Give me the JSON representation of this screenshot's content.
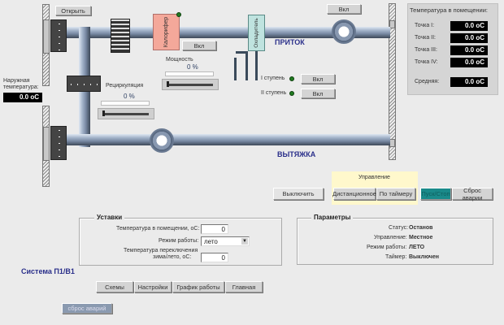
{
  "schema": {
    "open_button": "Открыть",
    "heater_label": "Калорифер",
    "heater_button": "Вкл",
    "cooler_label": "Охладитель",
    "supply_fan_button": "Вкл",
    "supply_label": "ПРИТОК",
    "exhaust_label": "ВЫТЯЖКА",
    "power_label": "Мощность",
    "power_value": "0 %",
    "power_fraction": 0,
    "recirculation_label": "Рециркуляция",
    "recirculation_value": "0 %",
    "recirculation_fraction": 0,
    "stage1_label": "I ступень",
    "stage1_button": "Вкл",
    "stage2_label": "II ступень",
    "stage2_button": "Вкл",
    "outdoor_temp_label_1": "Наружная",
    "outdoor_temp_label_2": "температура:",
    "outdoor_temp_value": "0.0 oC"
  },
  "room_temp": {
    "title": "Температура в помещении:",
    "points": [
      {
        "label": "Точка I:",
        "value": "0.0 oC"
      },
      {
        "label": "Точка II:",
        "value": "0.0 oC"
      },
      {
        "label": "Точка III:",
        "value": "0.0 oC"
      },
      {
        "label": "Точка IV:",
        "value": "0.0 oC"
      }
    ],
    "average_label": "Средняя:",
    "average_value": "0.0 oC"
  },
  "control": {
    "title": "Управление",
    "off_button": "Выключить",
    "remote_button": "Дистанционное",
    "timer_button": "По таймеру",
    "start_stop_button": "Пуск/Стоп",
    "reset_alarm_button": "Сброс аварии"
  },
  "setpoints": {
    "title": "Уставки",
    "room_temp_label": "Температура в помещении, oC:",
    "room_temp_value": "0",
    "mode_label": "Режим работы:",
    "mode_value": "лето",
    "switch_temp_label_1": "Температура переключения",
    "switch_temp_label_2": "зима/лето, oC:",
    "switch_temp_value": "0"
  },
  "parameters": {
    "title": "Параметры",
    "rows": [
      {
        "label": "Статус:",
        "value": "Останов"
      },
      {
        "label": "Управление:",
        "value": "Местное"
      },
      {
        "label": "Режим работы:",
        "value": "ЛЕТО"
      },
      {
        "label": "Таймер:",
        "value": "Выключен"
      }
    ]
  },
  "footer": {
    "system_title": "Система П1/В1",
    "nav": [
      "Схемы",
      "Настройки",
      "График работы",
      "Главная"
    ],
    "reset_alarms_button": "сброс аварий"
  },
  "colors": {
    "heater": "#f4a89a",
    "cooler": "#bfe3df",
    "startstop": "#1a8a8a",
    "control_panel": "#fff8cc",
    "flow_text": "#2a2f8a"
  }
}
